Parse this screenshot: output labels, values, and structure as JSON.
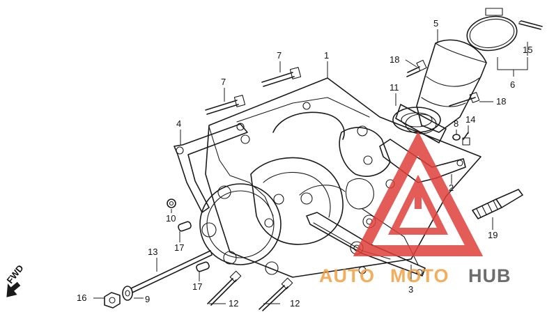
{
  "callouts": {
    "c1": "1",
    "c2": "2",
    "c3": "3",
    "c4": "4",
    "c5": "5",
    "c6": "6",
    "c7a": "7",
    "c7b": "7",
    "c8": "8",
    "c9": "9",
    "c10": "10",
    "c11": "11",
    "c12a": "12",
    "c12b": "12",
    "c13": "13",
    "c14": "14",
    "c15": "15",
    "c16": "16",
    "c17a": "17",
    "c17b": "17",
    "c18a": "18",
    "c18b": "18",
    "c19": "19"
  },
  "direction_marker": "FWD",
  "watermark": {
    "part1": "AUTO",
    "part2": "MOTO",
    "part3": "HUB",
    "color_red": "#e0403a",
    "color_orange": "#f0a040",
    "color_grey": "#555555"
  }
}
